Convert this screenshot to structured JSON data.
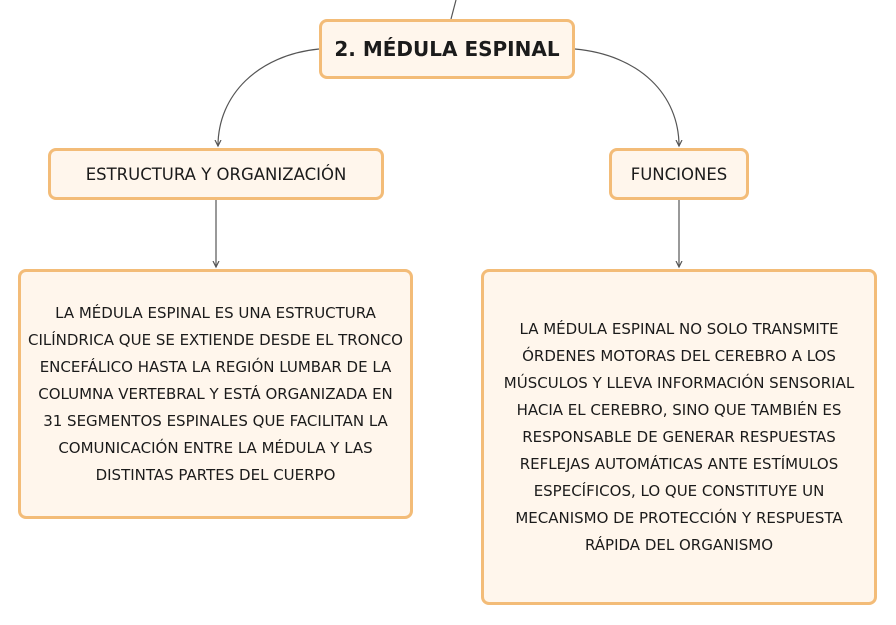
{
  "root": {
    "label": "2. MÉDULA ESPINAL"
  },
  "branches": [
    {
      "label": "ESTRUCTURA Y ORGANIZACIÓN",
      "description": "LA MÉDULA ESPINAL ES UNA ESTRUCTURA CILÍNDRICA QUE SE EXTIENDE DESDE EL TRONCO ENCEFÁLICO HASTA LA REGIÓN LUMBAR DE LA COLUMNA VERTEBRAL Y ESTÁ ORGANIZADA EN 31 SEGMENTOS ESPINALES QUE FACILITAN LA COMUNICACIÓN ENTRE LA MÉDULA Y LAS DISTINTAS PARTES DEL CUERPO"
    },
    {
      "label": "FUNCIONES",
      "description": "LA MÉDULA ESPINAL NO SOLO TRANSMITE ÓRDENES MOTORAS DEL CEREBRO A LOS MÚSCULOS Y LLEVA INFORMACIÓN SENSORIAL HACIA EL CEREBRO, SINO QUE TAMBIÉN ES RESPONSABLE DE GENERAR RESPUESTAS REFLEJAS AUTOMÁTICAS ANTE ESTÍMULOS ESPECÍFICOS, LO QUE CONSTITUYE UN MECANISMO DE PROTECCIÓN Y RESPUESTA RÁPIDA DEL ORGANISMO"
    }
  ],
  "colors": {
    "node_fill": "#fff6ec",
    "node_border": "#f3bc78",
    "connector": "#555555",
    "text": "#1b1b1b"
  }
}
